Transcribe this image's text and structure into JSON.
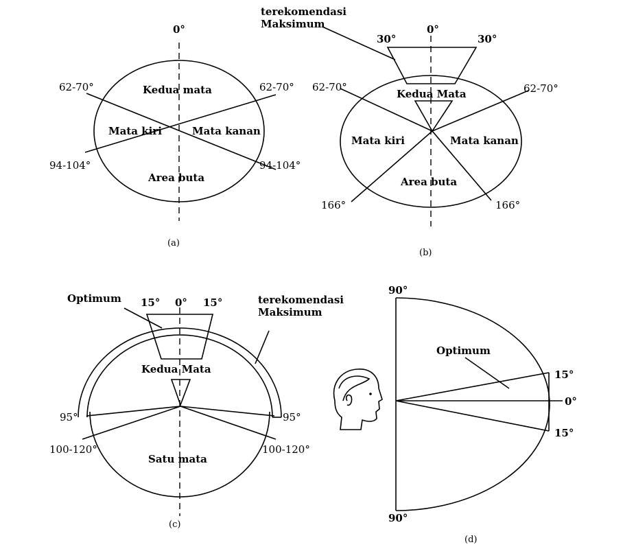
{
  "panel_a": {
    "caption": "(a)",
    "top_angle": "0°",
    "upper_left_angle": "62-70°",
    "upper_right_angle": "62-70°",
    "lower_left_angle": "94-104°",
    "lower_right_angle": "94-104°",
    "zone_top": "Kedua mata",
    "zone_left": "Mata kiri",
    "zone_right": "Mata kanan",
    "zone_bottom": "Area buta"
  },
  "panel_b": {
    "caption": "(b)",
    "note_line1": "terekomendasi",
    "note_line2": "Maksimum",
    "top_angle": "0°",
    "top_left_angle": "30°",
    "top_right_angle": "30°",
    "upper_left_angle": "62-70°",
    "upper_right_angle": "62-70°",
    "lower_left_angle": "166°",
    "lower_right_angle": "166°",
    "zone_top": "Kedua Mata",
    "zone_left": "Mata kiri",
    "zone_right": "Mata kanan",
    "zone_bottom": "Area buta"
  },
  "panel_c": {
    "caption": "(c)",
    "optimum_label": "Optimum",
    "note_line1": "terekomendasi",
    "note_line2": "Maksimum",
    "top_angle": "0°",
    "top_left_angle": "15°",
    "top_right_angle": "15°",
    "mid_left_angle": "95°",
    "mid_right_angle": "95°",
    "lower_left_angle": "100-120°",
    "lower_right_angle": "100-120°",
    "zone_top": "Kedua Mata",
    "zone_bottom": "Satu mata"
  },
  "panel_d": {
    "caption": "(d)",
    "top_angle": "90°",
    "bottom_angle": "90°",
    "optimum_label": "Optimum",
    "upper_angle": "15°",
    "center_angle": "0°",
    "lower_angle": "15°"
  }
}
